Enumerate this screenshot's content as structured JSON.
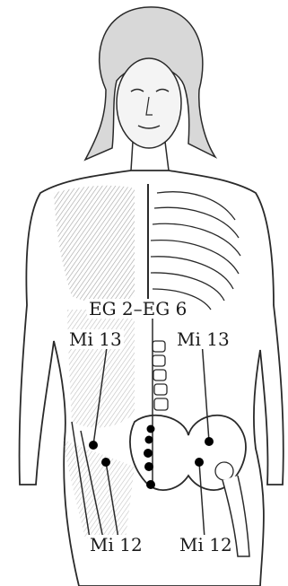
{
  "labels": {
    "eg_range": "EG 2–EG 6",
    "mi13_left": "Mi 13",
    "mi13_right": "Mi 13",
    "mi12_left": "Mi 12",
    "mi12_right": "Mi 12"
  },
  "colors": {
    "line": "#2a2a2a",
    "shade": "#9a9a9a",
    "point": "#000000",
    "background": "#ffffff"
  }
}
